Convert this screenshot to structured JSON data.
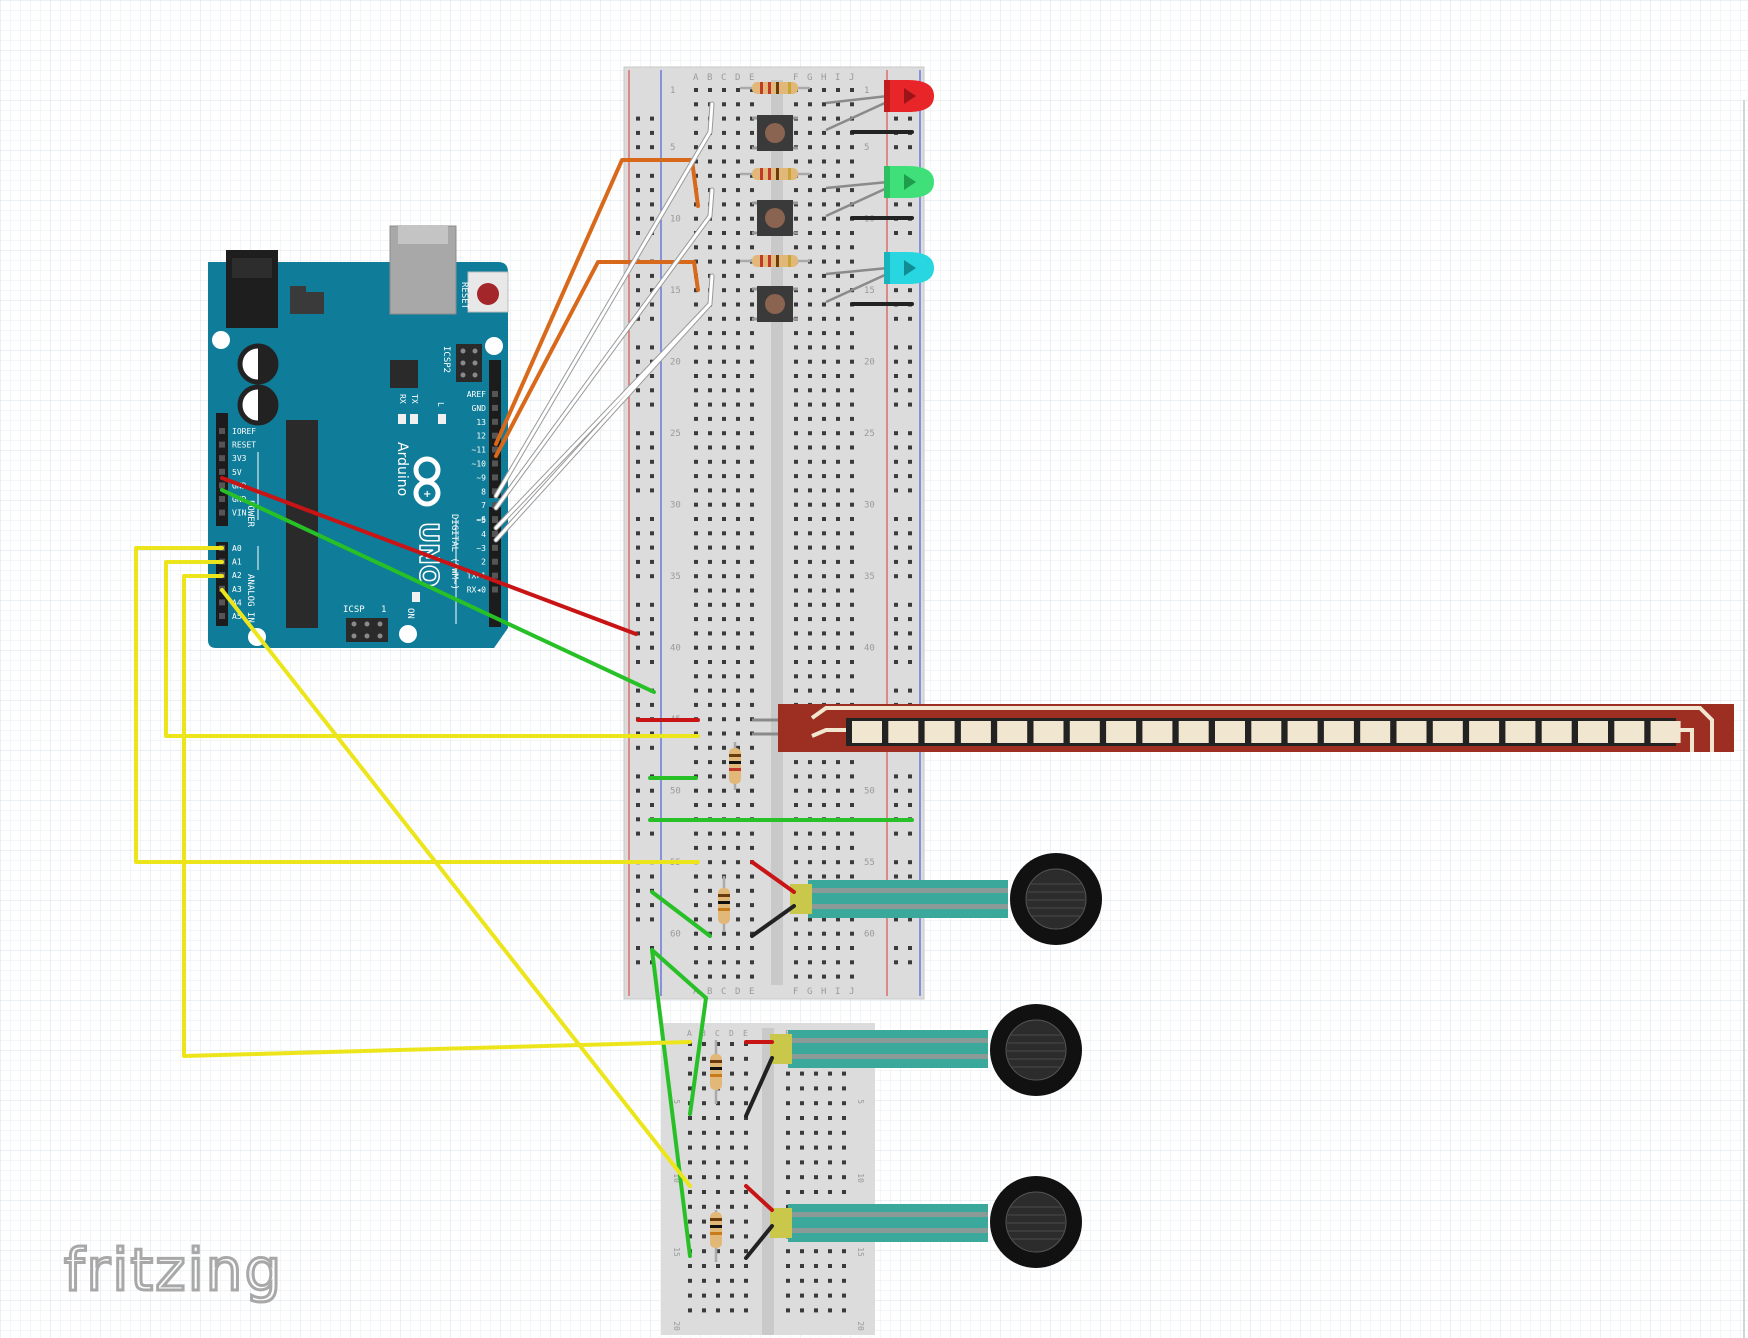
{
  "watermark": "fritzing",
  "arduino": {
    "name": "Arduino",
    "model": "UNO",
    "reset_label": "RESET",
    "icsp2_label": "ICSP2",
    "icsp_label": "ICSP",
    "icsp_pin1": "1",
    "tx_label": "TX",
    "rx_label": "RX",
    "l_label": "L",
    "on_label": "ON",
    "power_label": "POWER",
    "analog_label": "ANALOG IN",
    "digital_label": "DIGITAL (PWM~)",
    "power_pins": [
      "IOREF",
      "RESET",
      "3V3",
      "5V",
      "GND",
      "GND",
      "VIN"
    ],
    "analog_pins": [
      "A0",
      "A1",
      "A2",
      "A3",
      "A4",
      "A5"
    ],
    "digital_pins": [
      "AREF",
      "GND",
      "13",
      "12",
      "~11",
      "~10",
      "~9",
      "8",
      "7",
      "~6",
      "~5",
      "4",
      "~3",
      "2",
      "TX▸1",
      "RX◂0"
    ]
  },
  "breadboard_main": {
    "columns": [
      "A",
      "B",
      "C",
      "D",
      "E",
      "F",
      "G",
      "H",
      "I",
      "J"
    ],
    "row_labels": [
      "1",
      "5",
      "10",
      "15",
      "20",
      "25",
      "30",
      "35",
      "40",
      "45",
      "50",
      "55",
      "60"
    ]
  },
  "breadboard_half": {
    "columns": [
      "A",
      "B",
      "C",
      "D",
      "E",
      "F",
      "G",
      "H",
      "I",
      "J"
    ],
    "row_labels": [
      "1",
      "5",
      "10",
      "15",
      "20"
    ]
  },
  "colors": {
    "arduino": "#0f7c99",
    "wire_yellow": "#ede51c",
    "wire_green": "#27c027",
    "wire_red": "#c81414",
    "wire_orange": "#d8691a",
    "wire_white": "#ffffff",
    "wire_black": "#222222",
    "led_red": "#e8262a",
    "led_green": "#3fe07a",
    "led_cyan": "#27d6e0",
    "flex_sensor": "#9c2e22",
    "fsr_tail": "#3aa89a"
  }
}
